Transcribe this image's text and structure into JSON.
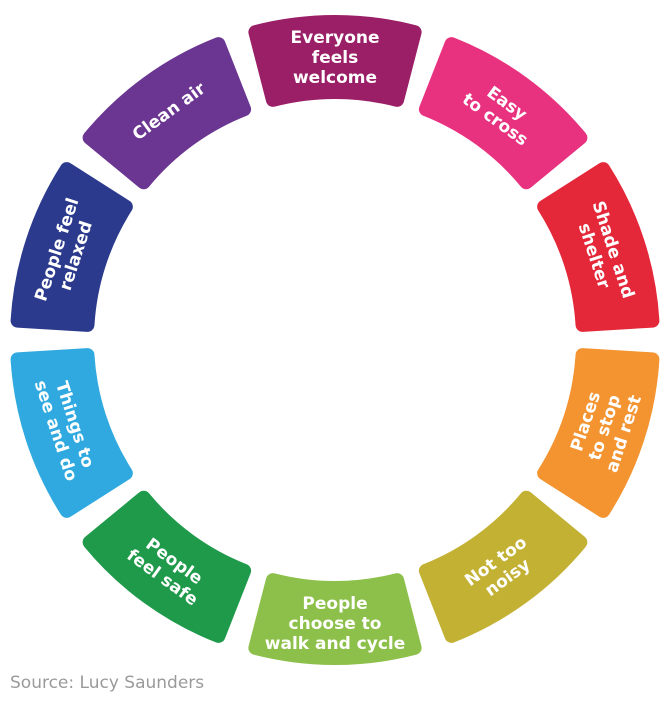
{
  "segments": [
    {
      "lines": [
        "Everyone",
        "feels",
        "welcome"
      ],
      "color": "#9b1f66"
    },
    {
      "lines": [
        "Easy",
        "to cross"
      ],
      "color": "#e8327f"
    },
    {
      "lines": [
        "Shade and",
        "shelter"
      ],
      "color": "#e4283a"
    },
    {
      "lines": [
        "Places",
        "to stop",
        "and rest"
      ],
      "color": "#f39431"
    },
    {
      "lines": [
        "Not too",
        "noisy"
      ],
      "color": "#c3b134"
    },
    {
      "lines": [
        "People",
        "choose to",
        "walk and cycle"
      ],
      "color": "#8dc04a"
    },
    {
      "lines": [
        "People",
        "feel safe"
      ],
      "color": "#1e9a4a"
    },
    {
      "lines": [
        "Things to",
        "see and do"
      ],
      "color": "#2fa9df"
    },
    {
      "lines": [
        "People feel",
        "relaxed"
      ],
      "color": "#2b3a8c"
    },
    {
      "lines": [
        "Clean air"
      ],
      "color": "#6b3691"
    }
  ],
  "source": "Source: Lucy Saunders"
}
